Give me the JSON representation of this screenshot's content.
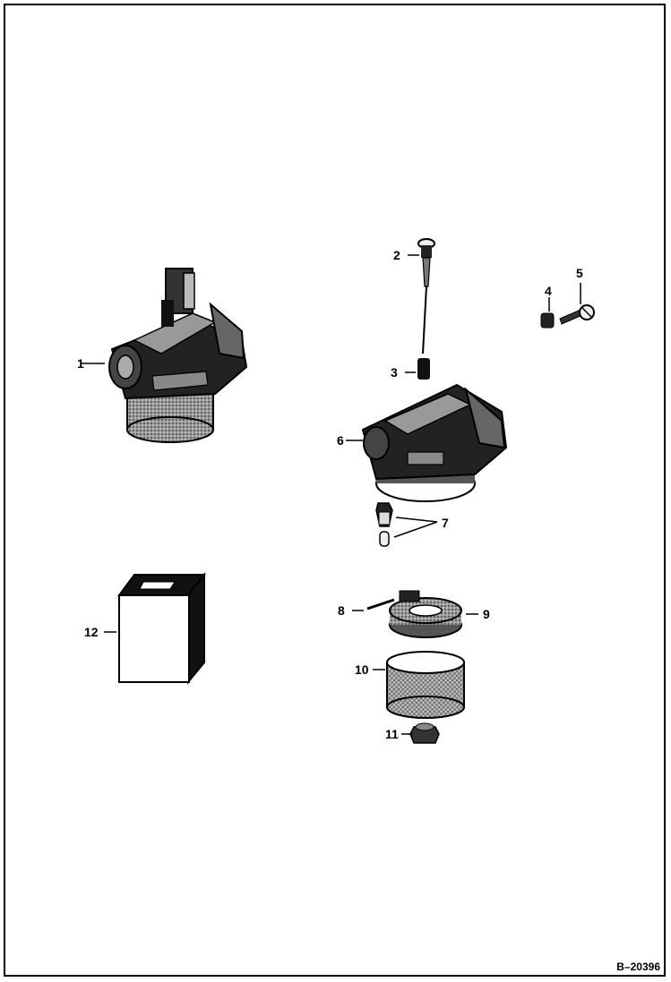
{
  "figure": {
    "reference": "B–20396",
    "callouts": [
      "1",
      "2",
      "3",
      "4",
      "5",
      "6",
      "7",
      "8",
      "9",
      "10",
      "11",
      "12"
    ]
  },
  "colors": {
    "ink": "#000000",
    "paper": "#ffffff",
    "shade": "#777777"
  }
}
